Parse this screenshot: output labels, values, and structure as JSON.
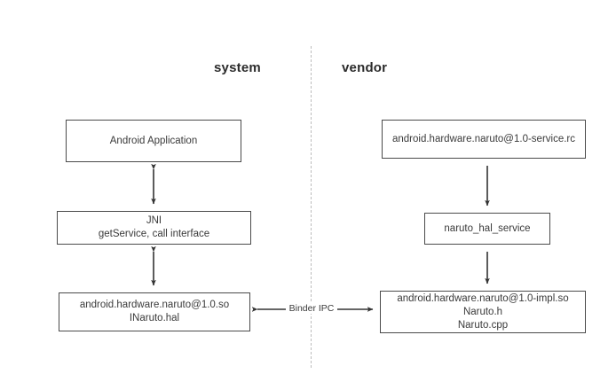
{
  "headings": {
    "system": "system",
    "vendor": "vendor"
  },
  "nodes": {
    "android_application": {
      "lines": [
        "Android Application"
      ]
    },
    "jni": {
      "lines": [
        "JNI",
        "getService, call interface"
      ]
    },
    "hal_interface": {
      "lines": [
        "android.hardware.naruto@1.0.so",
        "INaruto.hal"
      ]
    },
    "service_rc": {
      "lines": [
        "android.hardware.naruto@1.0-service.rc"
      ]
    },
    "hal_service": {
      "lines": [
        "naruto_hal_service"
      ]
    },
    "impl": {
      "lines": [
        "android.hardware.naruto@1.0-impl.so",
        "Naruto.h",
        "Naruto.cpp"
      ]
    }
  },
  "connectors": {
    "binder_ipc_label": "Binder IPC"
  },
  "colors": {
    "box_border": "#4a4a4a",
    "text": "#3a3a3a",
    "heading": "#2b2b2b",
    "divider": "#bdbdbd",
    "arrow": "#333333",
    "background": "#ffffff"
  }
}
